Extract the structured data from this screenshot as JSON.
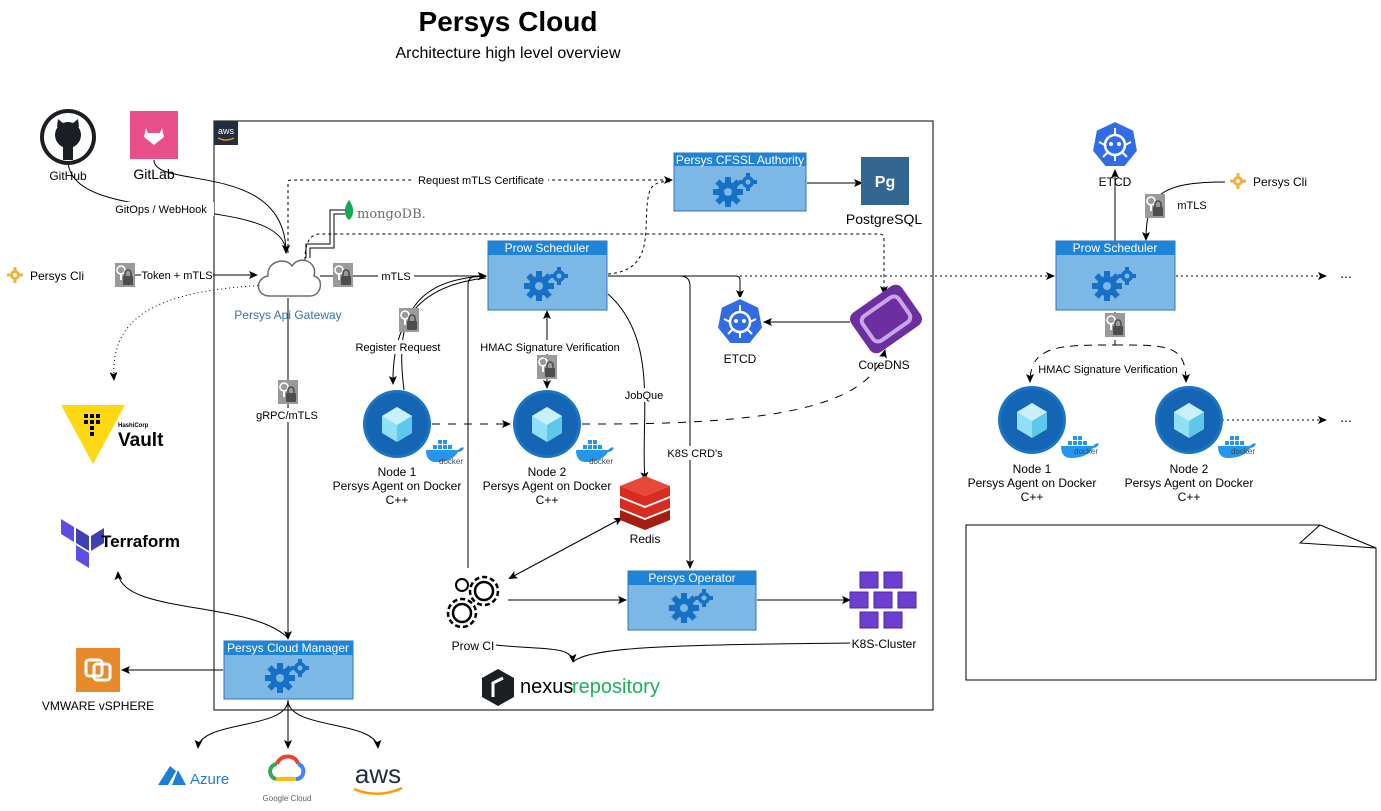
{
  "header": {
    "title": "Persys Cloud",
    "subtitle": "Architecture high level overview"
  },
  "colors": {
    "service_fill": "#7db7e6",
    "service_header": "#1f84d6",
    "service_stroke": "#2a74c0",
    "gear": "#1670c5",
    "k8s_blue": "#326ce5",
    "vault_yellow": "#ffd814",
    "terraform_purple": "#5c4ee5",
    "gitlab_pink": "#e84e89",
    "vmware_orange": "#e8892c",
    "postgres_blue": "#336791",
    "redis_red": "#d82c20",
    "coredns_purple": "#6b2fa0",
    "nexus_green": "#1eb15a",
    "docker_blue": "#2496ed",
    "agent_blue": "#1b74c4"
  },
  "aws_badge": "aws",
  "sources": {
    "github": "GitHub",
    "gitlab": "GitLab",
    "gitops_label": "GitOps / WebHook",
    "persys_cli_left": "Persys Cli",
    "token_label": "Token + mTLS"
  },
  "gateway": {
    "label": "Persys Api Gateway"
  },
  "mongodb": {
    "label": "mongoDB."
  },
  "edges": {
    "mtls": "mTLS",
    "request_cert": "Request mTLS Certificate",
    "register_request": "Register Request",
    "hmac": "HMAC Signature Verification",
    "jobque": "JobQue",
    "k8s_crds": "K8S CRD's",
    "grpc": "gRPC/mTLS"
  },
  "services": {
    "cfssl": "Persys CFSSL Authority",
    "scheduler": "Prow Scheduler",
    "operator": "Persys Operator",
    "cloud_manager": "Persys Cloud Manager"
  },
  "datastores": {
    "postgres": "PostgreSQL",
    "postgres_badge": "Pg",
    "etcd": "ETCD",
    "coredns": "CoreDNS",
    "redis": "Redis",
    "k8s_cluster": "K8S-Cluster",
    "prow_ci": "Prow CI"
  },
  "nodes": {
    "node1": {
      "name": "Node 1",
      "desc": "Persys Agent on Docker",
      "lang": "C++"
    },
    "node2": {
      "name": "Node 2",
      "desc": "Persys Agent on Docker",
      "lang": "C++"
    },
    "docker": "docker"
  },
  "external": {
    "vault_brand": "HashiCorp",
    "vault": "Vault",
    "terraform": "Terraform",
    "vmware": "VMWARE vSPHERE",
    "azure": "Azure",
    "google_cloud": "Google Cloud",
    "aws": "aws",
    "nexus_a": "nexus",
    "nexus_b": "repository"
  },
  "right_cluster": {
    "etcd": "ETCD",
    "persys_cli": "Persys Cli",
    "mtls": "mTLS",
    "scheduler": "Prow Scheduler",
    "hmac": "HMAC Signature Verification",
    "node1": {
      "name": "Node 1",
      "desc": "Persys Agent on Docker",
      "lang": "C++"
    },
    "node2": {
      "name": "Node 2",
      "desc": "Persys Agent on Docker",
      "lang": "C++"
    },
    "ellipsis": "..."
  }
}
